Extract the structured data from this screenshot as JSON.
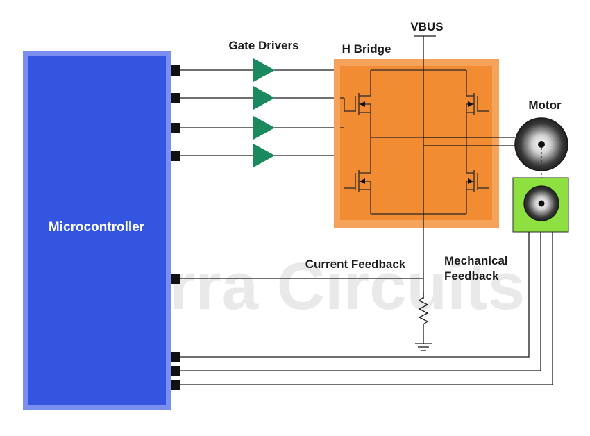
{
  "labels": {
    "microcontroller": "Microcontroller",
    "gate_drivers": "Gate Drivers",
    "h_bridge": "H Bridge",
    "vbus": "VBUS",
    "motor": "Motor",
    "current_feedback": "Current Feedback",
    "mechanical_feedback_line1": "Mechanical",
    "mechanical_feedback_line2": "Feedback"
  },
  "watermark": "Sierra Circuits",
  "colors": {
    "mcu_fill": "#3355e0",
    "mcu_border": "#7a8ff0",
    "hbridge_outer": "#f5a35a",
    "hbridge_inner": "#f28c32",
    "gate_driver": "#1a8a5e",
    "sensor_box": "#8ee040",
    "motor_dark": "#2a2a2a",
    "motor_light": "#eeeeee"
  }
}
